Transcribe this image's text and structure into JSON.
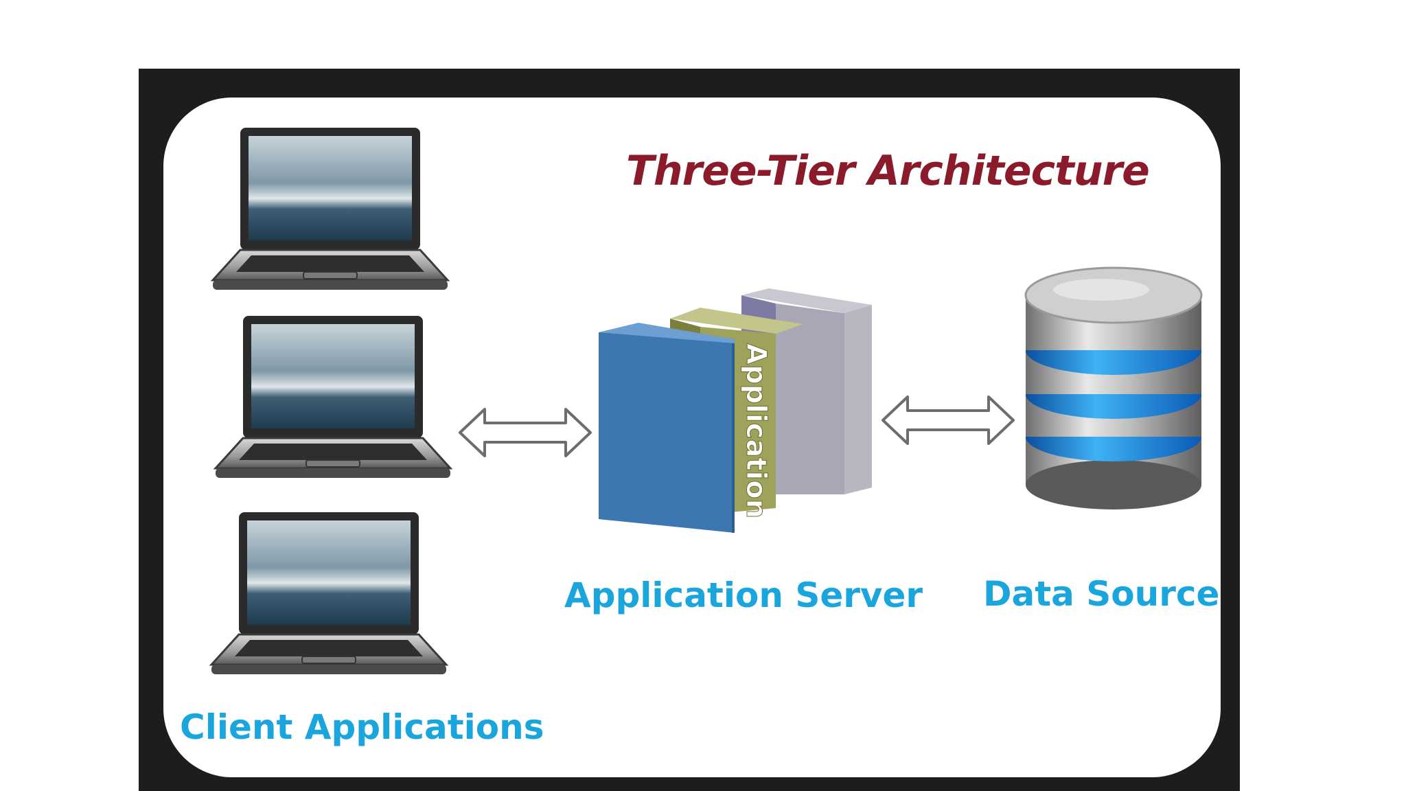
{
  "title": "Three-Tier Architecture",
  "tiers": {
    "client": {
      "label": "Client Applications",
      "device_count": 3,
      "icon": "laptop-icon"
    },
    "application": {
      "label": "Application Server",
      "block_text": "Application",
      "icon": "server-blocks-icon"
    },
    "data": {
      "label": "Data Source",
      "icon": "database-icon"
    }
  },
  "connectors": [
    "double-arrow",
    "double-arrow"
  ],
  "colors": {
    "title": "#8b1a2b",
    "labels": "#1aa5dc",
    "frame": "#1f1c1d",
    "block_blue": "#3c77b2",
    "block_olive": "#9fa25a",
    "block_grey": "#a9a7b5",
    "db_accent": "#1e88e5"
  }
}
